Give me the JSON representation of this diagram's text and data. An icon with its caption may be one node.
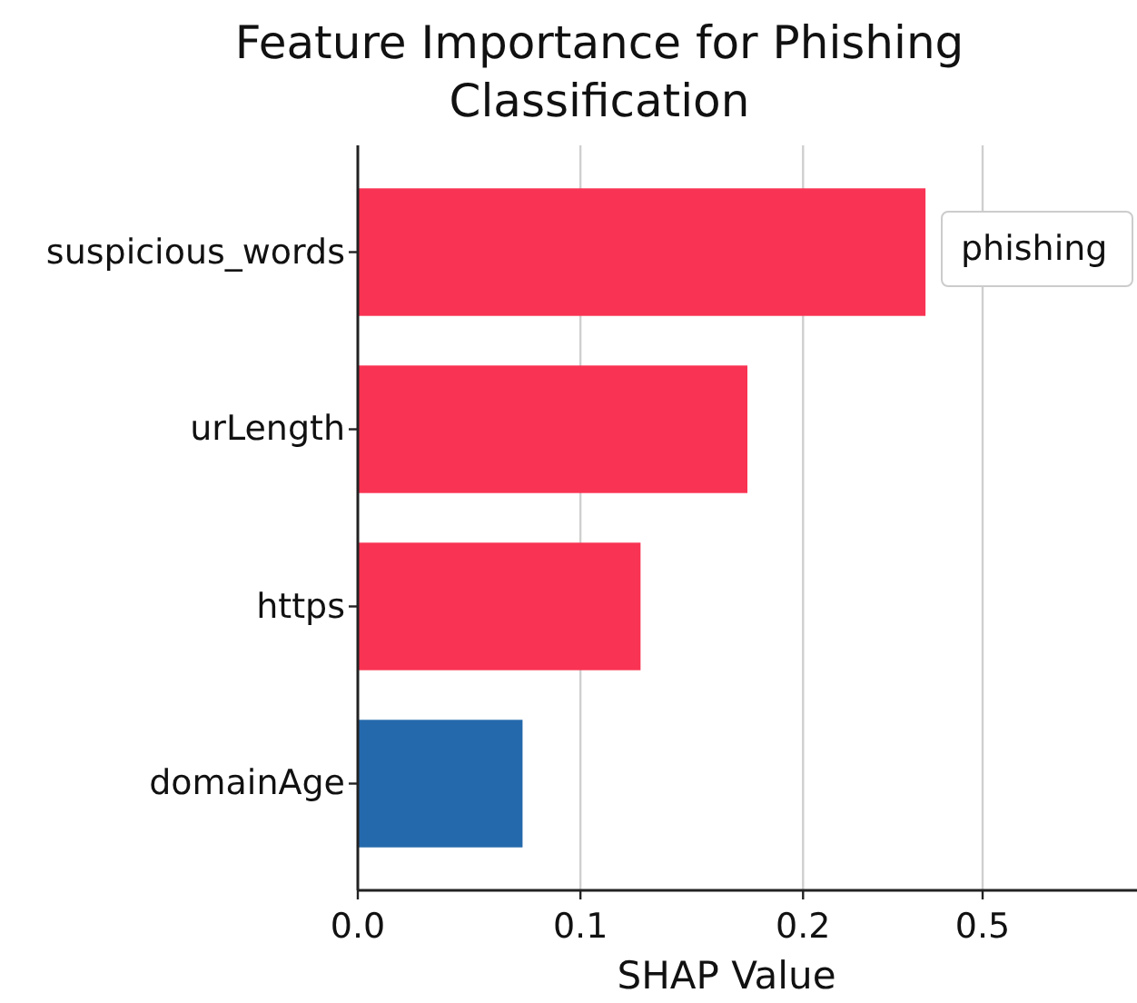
{
  "diagram": {
    "chart_data": {
      "type": "bar",
      "orientation": "horizontal",
      "title": "Feature Importance for Phishing Classification",
      "xlabel": "SHAP Value",
      "categories": [
        "suspicious_words",
        "urLength",
        "https",
        "domainAge"
      ],
      "series": [
        {
          "color": "#f93353",
          "values": [
            0.255,
            0.175,
            0.127,
            null
          ]
        },
        {
          "color": "#2469ac",
          "values": [
            null,
            null,
            null,
            0.074
          ]
        }
      ],
      "xlim": [
        0,
        0.35
      ],
      "xticks": [
        {
          "value": 0,
          "label": "0.0"
        },
        {
          "value": 0.1,
          "label": "0.1"
        },
        {
          "value": 0.2,
          "label": "0.2"
        }
      ],
      "grid": true
    },
    "labels": [
      "0.5"
    ],
    "legend": [
      {
        "text": "phishing"
      }
    ]
  }
}
